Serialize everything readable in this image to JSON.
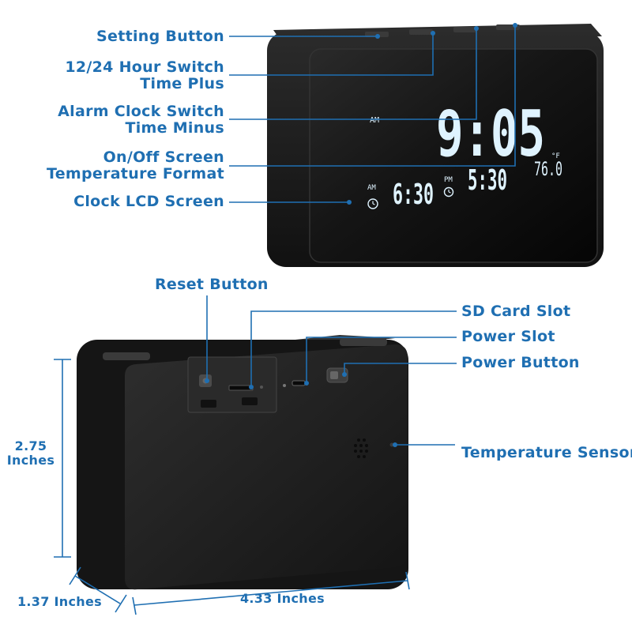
{
  "front_labels": {
    "setting": "Setting Button",
    "hour_switch_line1": "12/24 Hour Switch",
    "hour_switch_line2": "Time Plus",
    "alarm_line1": "Alarm Clock Switch",
    "alarm_line2": "Time Minus",
    "onoff_line1": "On/Off Screen",
    "onoff_line2": "Temperature Format",
    "lcd": "Clock LCD Screen"
  },
  "display": {
    "main_ampm": "AM",
    "main_time": "9:05",
    "temperature": "76.0",
    "temp_unit": "°F",
    "alarm1_ampm": "AM",
    "alarm1_time": "6:30",
    "alarm2_ampm": "PM",
    "alarm2_time": "5:30"
  },
  "back_labels": {
    "reset": "Reset Button",
    "sd_card": "SD Card Slot",
    "power_slot": "Power Slot",
    "power_button": "Power Button",
    "temp_sensor": "Temperature Sensor"
  },
  "dimensions": {
    "height_line1": "2.75",
    "height_line2": "Inches",
    "depth": "1.37 Inches",
    "width": "4.33 Inches"
  },
  "colors": {
    "accent": "#1f6fb2",
    "device_body": "#1b1b1b",
    "lcd_glow": "#dff3ff"
  }
}
